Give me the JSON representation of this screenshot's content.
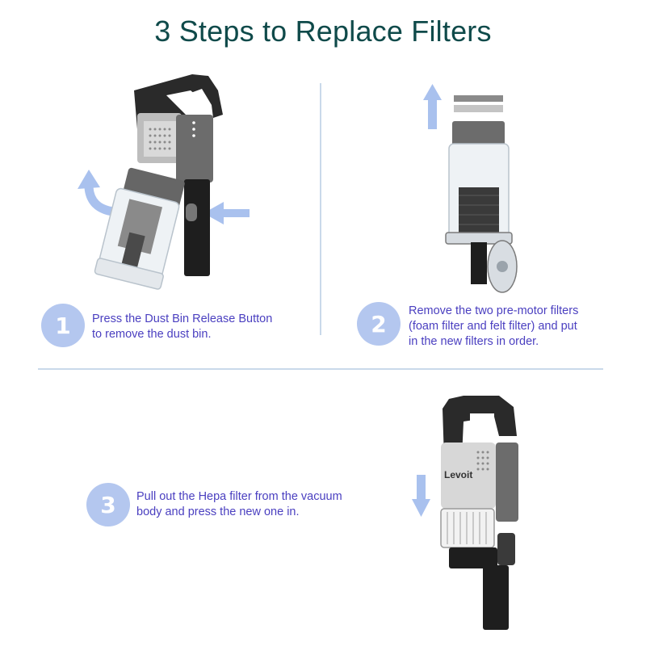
{
  "title": "3 Steps to Replace Filters",
  "colors": {
    "title": "#0f4a4a",
    "step_text": "#4a3fc0",
    "step_circle": "#b4c7ef",
    "arrow": "#a9c1ee",
    "divider": "#c9d9ea"
  },
  "steps": [
    {
      "number": "1",
      "lines": [
        "Press the Dust Bin Release Button",
        "to remove the dust bin."
      ]
    },
    {
      "number": "2",
      "lines": [
        "Remove the two pre-motor filters",
        "(foam filter and felt filter) and put",
        "in the new filters in order."
      ]
    },
    {
      "number": "3",
      "lines": [
        "Pull out the Hepa filter from the vacuum",
        "body and press the new one in."
      ]
    }
  ],
  "brand_logo": "Levoit"
}
